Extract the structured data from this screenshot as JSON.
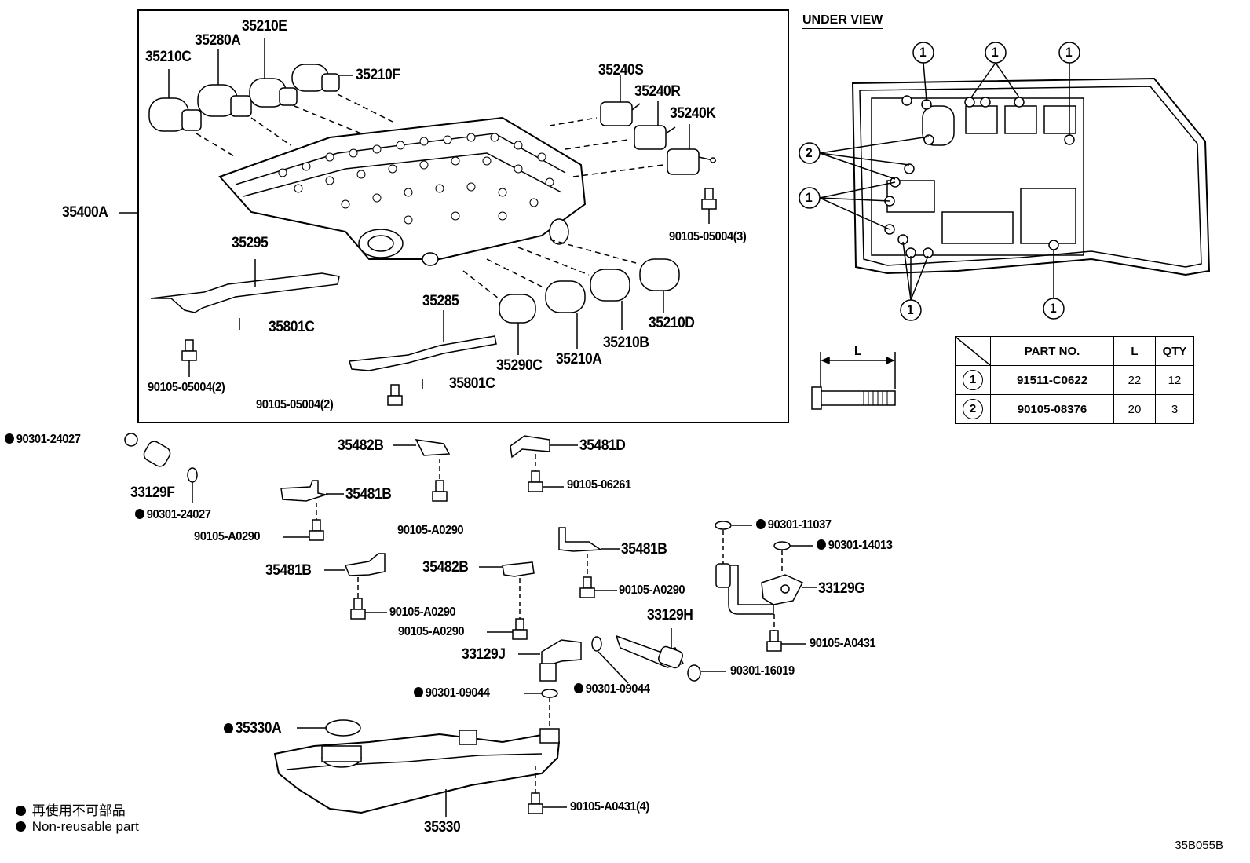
{
  "under_view_title": "UNDER VIEW",
  "parts": {
    "p35210E": "35210E",
    "p35280A": "35280A",
    "p35210C": "35210C",
    "p35210F": "35210F",
    "p35240S": "35240S",
    "p35240R": "35240R",
    "p35240K": "35240K",
    "p35400A": "35400A",
    "bolt_05004_3": "90105-05004(3)",
    "p35295": "35295",
    "p35801C_a": "35801C",
    "bolt_05004_2a": "90105-05004(2)",
    "p35285": "35285",
    "p35801C_b": "35801C",
    "bolt_05004_2b": "90105-05004(2)",
    "p35290C": "35290C",
    "p35210A": "35210A",
    "p35210B": "35210B",
    "p35210D": "35210D",
    "oring_24027_a": "90301-24027",
    "p33129F": "33129F",
    "oring_24027_b": "90301-24027",
    "p35482B_a": "35482B",
    "bolt_A0290_a": "90105-A0290",
    "p35481D": "35481D",
    "bolt_06261": "90105-06261",
    "p35481B_a": "35481B",
    "bolt_A0290_b": "90105-A0290",
    "p35481B_b": "35481B",
    "bolt_A0290_c": "90105-A0290",
    "p35482B_b": "35482B",
    "bolt_A0290_d": "90105-A0290",
    "p35481B_c": "35481B",
    "bolt_A0290_e": "90105-A0290",
    "oring_11037": "90301-11037",
    "oring_14013": "90301-14013",
    "p33129G": "33129G",
    "bolt_A0431": "90105-A0431",
    "p33129H": "33129H",
    "oring_16019": "90301-16019",
    "p33129J": "33129J",
    "oring_09044_a": "90301-09044",
    "oring_09044_b": "90301-09044",
    "p35330A": "35330A",
    "p35330": "35330",
    "bolt_A0431_4": "90105-A0431(4)"
  },
  "callouts": {
    "c1": "1",
    "c2": "2"
  },
  "dimension_label": "L",
  "spec_table": {
    "headers": [
      "PART NO.",
      "L",
      "QTY"
    ],
    "rows": [
      {
        "ref": "1",
        "part_no": "91511-C0622",
        "L": "22",
        "qty": "12"
      },
      {
        "ref": "2",
        "part_no": "90105-08376",
        "L": "20",
        "qty": "3"
      }
    ]
  },
  "legend": {
    "jp": "再使用不可部品",
    "en": "Non-reusable part"
  },
  "figure_id": "35B055B"
}
